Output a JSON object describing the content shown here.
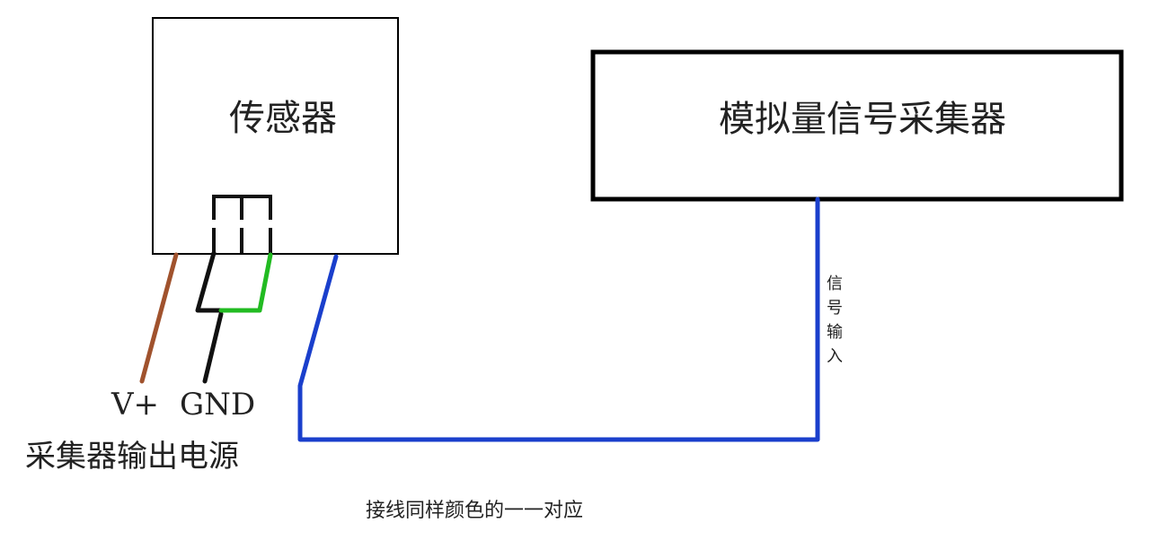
{
  "sensor": {
    "label": "传感器"
  },
  "collector": {
    "label": "模拟量信号采集器"
  },
  "signal_input": {
    "chars": [
      "信",
      "号",
      "输",
      "入"
    ]
  },
  "power": {
    "v_plus_label": "V+",
    "gnd_label": "GND",
    "source_label": "采集器输出电源"
  },
  "note": {
    "text": "接线同样颜色的一一对应"
  },
  "colors": {
    "brown_wire": "#a0522d",
    "black_wire": "#111111",
    "green_wire": "#22bb22",
    "blue_wire": "#1a3fcc",
    "box_outline": "#000000"
  }
}
